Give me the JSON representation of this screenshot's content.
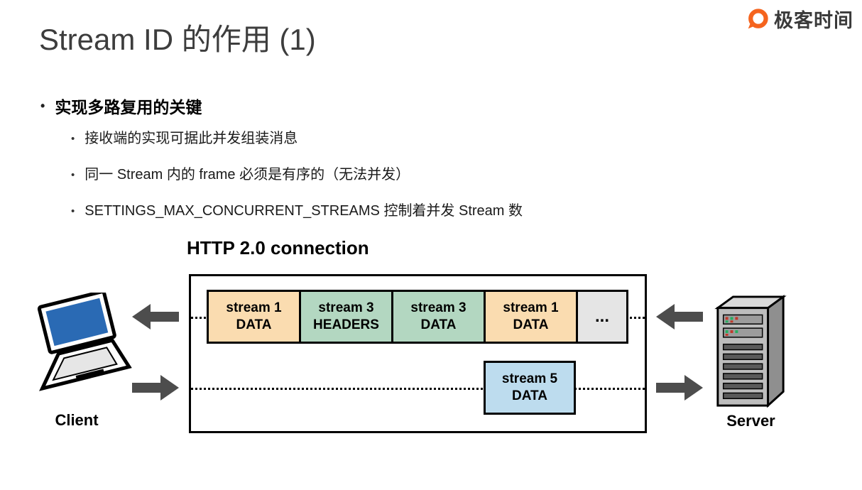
{
  "brand": {
    "name": "极客时间",
    "color": "#F5641E"
  },
  "title": "Stream ID 的作用 (1)",
  "bullets": {
    "main": "实现多路复用的关键",
    "sub": [
      "接收端的实现可据此并发组装消息",
      "同一 Stream 内的 frame 必须是有序的（无法并发）",
      "SETTINGS_MAX_CONCURRENT_STREAMS 控制着并发 Stream 数"
    ]
  },
  "diagram": {
    "title": "HTTP 2.0 connection",
    "client_label": "Client",
    "server_label": "Server",
    "frames_top": [
      {
        "stream": "stream 1",
        "type": "DATA",
        "color": "#FADCB0"
      },
      {
        "stream": "stream 3",
        "type": "HEADERS",
        "color": "#B3D7C1"
      },
      {
        "stream": "stream 3",
        "type": "DATA",
        "color": "#B3D7C1"
      },
      {
        "stream": "stream 1",
        "type": "DATA",
        "color": "#FADCB0"
      },
      {
        "stream": "...",
        "type": "",
        "color": "#E5E5E5"
      }
    ],
    "frame_bottom": {
      "stream": "stream 5",
      "type": "DATA",
      "color": "#BDDCEE"
    },
    "arrow_color": "#4D4D4D"
  }
}
